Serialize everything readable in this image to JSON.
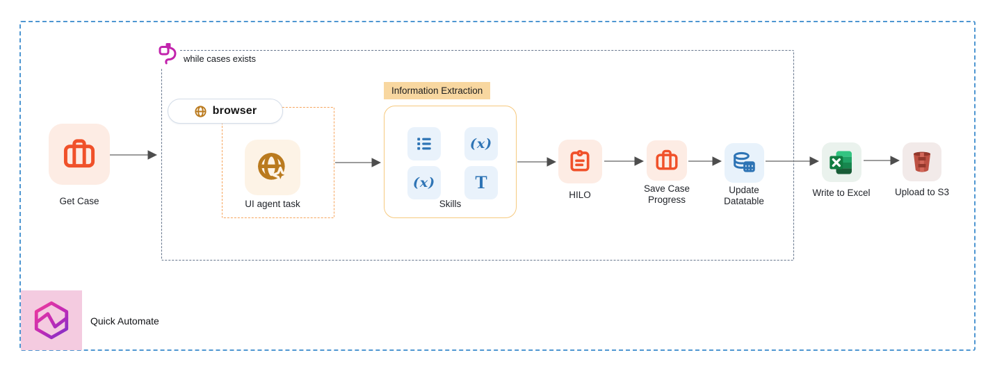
{
  "diagram": {
    "loop": {
      "label": "while cases exists"
    },
    "nodes": {
      "get_case": {
        "label": "Get Case"
      },
      "browser": {
        "label": "browser"
      },
      "ui_agent_task": {
        "label": "UI agent task"
      },
      "skills": {
        "label": "Skills",
        "tag": "Information Extraction"
      },
      "hilo": {
        "label": "HILO"
      },
      "save_case_progress": {
        "label": "Save Case Progress"
      },
      "update_datatable": {
        "label": "Update Datatable"
      },
      "write_to_excel": {
        "label": "Write to Excel"
      },
      "upload_to_s3": {
        "label": "Upload to S3"
      }
    },
    "skill_glyphs": {
      "fx": "(x)",
      "text_tool": "T"
    },
    "branding": {
      "label": "Quick Automate"
    },
    "colors": {
      "outer_border": "#4E96D1",
      "loop_border": "#64748B",
      "loop_icon": "#C224AD",
      "orange_icon": "#F0512A",
      "peach_bg": "#FDECE4",
      "amber_icon": "#BA7A1E",
      "cream_bg": "#FDF3E6",
      "ui_agent_border": "#F6A45B",
      "tag_bg": "#F8D7A0",
      "skills_border": "#F6C97E",
      "skill_tile_bg": "#E9F2FB",
      "blue_icon": "#2E74B5",
      "blue_bg": "#E8F2FB",
      "excel_green": "#107C41",
      "s3_red": "#C4574A",
      "brand_bg": "#F4CBE0",
      "brand_gradient_start": "#ED3C9C",
      "brand_gradient_end": "#7C2FC9",
      "arrow": "#7B7B7B"
    }
  }
}
